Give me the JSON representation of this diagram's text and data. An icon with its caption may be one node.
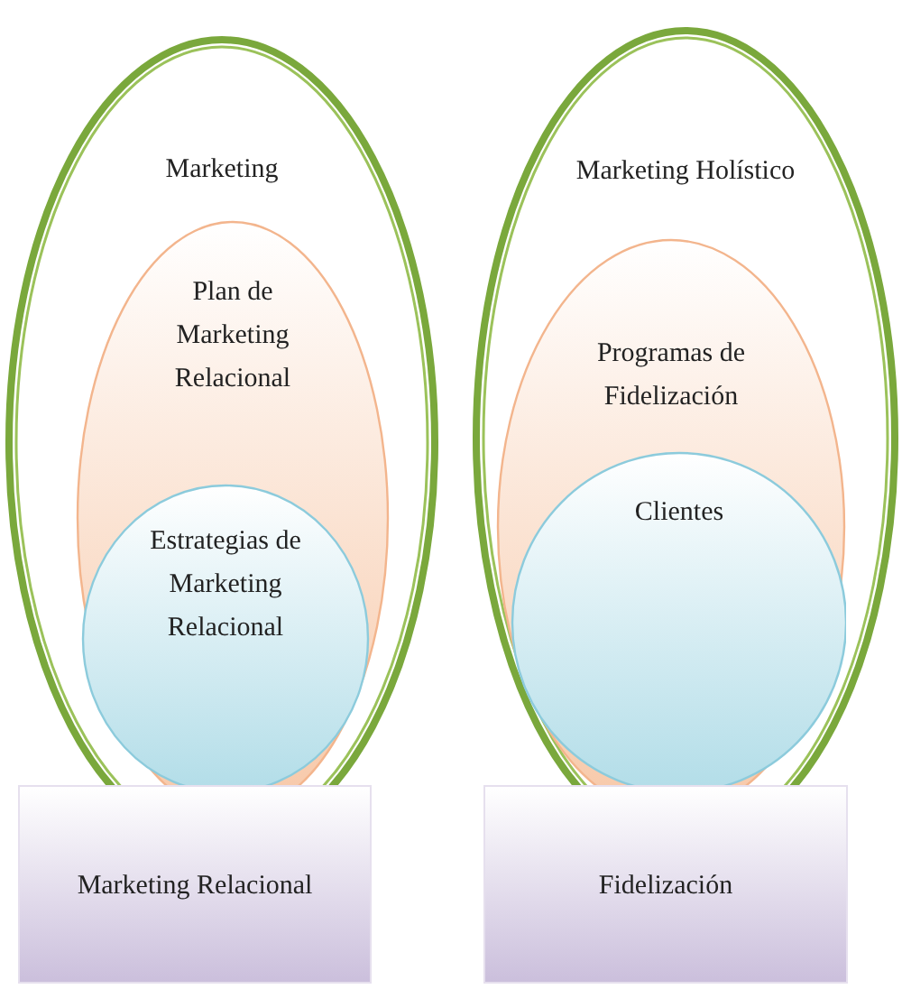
{
  "diagram": {
    "nodes": [
      {
        "text": [
          "Marketing"
        ]
      },
      {
        "text": [
          "Plan de Marketing Relacional"
        ],
        "in": 0
      },
      {
        "text": [
          "Estrategias de Marketing Relacional"
        ],
        "in": 1
      },
      {
        "text": [
          "Marketing Relacional"
        ]
      },
      {
        "text": [
          "Marketing Holístico"
        ]
      },
      {
        "text": [
          "Programas de Fidelización"
        ],
        "in": 4
      },
      {
        "text": [
          "Clientes"
        ],
        "in": 5
      },
      {
        "text": [
          "Fidelización"
        ]
      }
    ]
  }
}
